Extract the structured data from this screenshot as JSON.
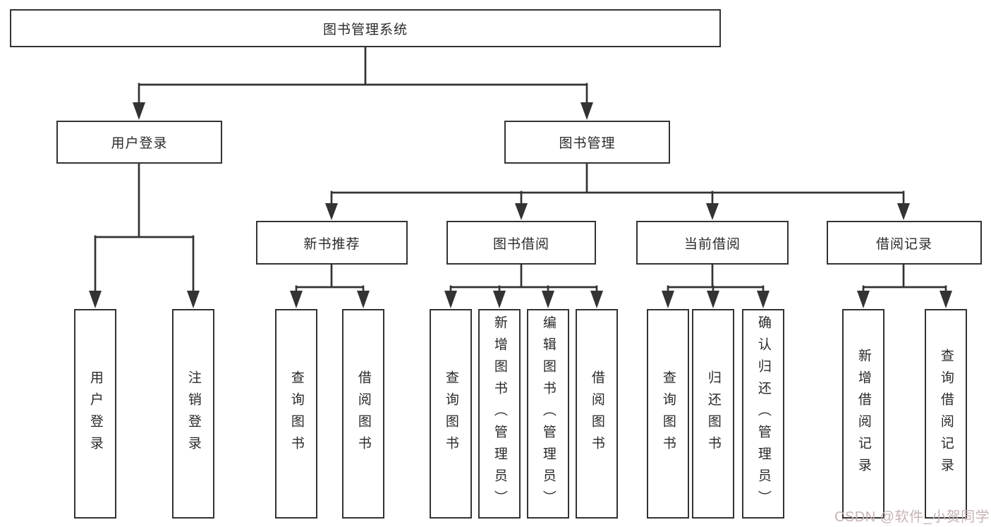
{
  "diagram": {
    "root": {
      "label": "图书管理系统",
      "children": [
        {
          "label": "用户登录",
          "children": [
            {
              "label": "用户登录"
            },
            {
              "label": "注销登录"
            }
          ]
        },
        {
          "label": "图书管理",
          "children": [
            {
              "label": "新书推荐",
              "children": [
                {
                  "label": "查询图书"
                },
                {
                  "label": "借阅图书"
                }
              ]
            },
            {
              "label": "图书借阅",
              "children": [
                {
                  "label": "查询图书"
                },
                {
                  "label": "新增图书（管理员）"
                },
                {
                  "label": "编辑图书（管理员）"
                },
                {
                  "label": "借阅图书"
                }
              ]
            },
            {
              "label": "当前借阅",
              "children": [
                {
                  "label": "查询图书"
                },
                {
                  "label": "归还图书"
                },
                {
                  "label": "确认归还（管理员）"
                }
              ]
            },
            {
              "label": "借阅记录",
              "children": [
                {
                  "label": "新增借阅记录"
                },
                {
                  "label": "查询借阅记录"
                }
              ]
            }
          ]
        }
      ]
    }
  },
  "watermark": {
    "text": "CSDN @软件_小贺同学"
  },
  "colors": {
    "line": "#333333",
    "box_border": "#333333",
    "text": "#2a2a2a",
    "background": "#ffffff",
    "watermark": "#c9b3b3"
  }
}
